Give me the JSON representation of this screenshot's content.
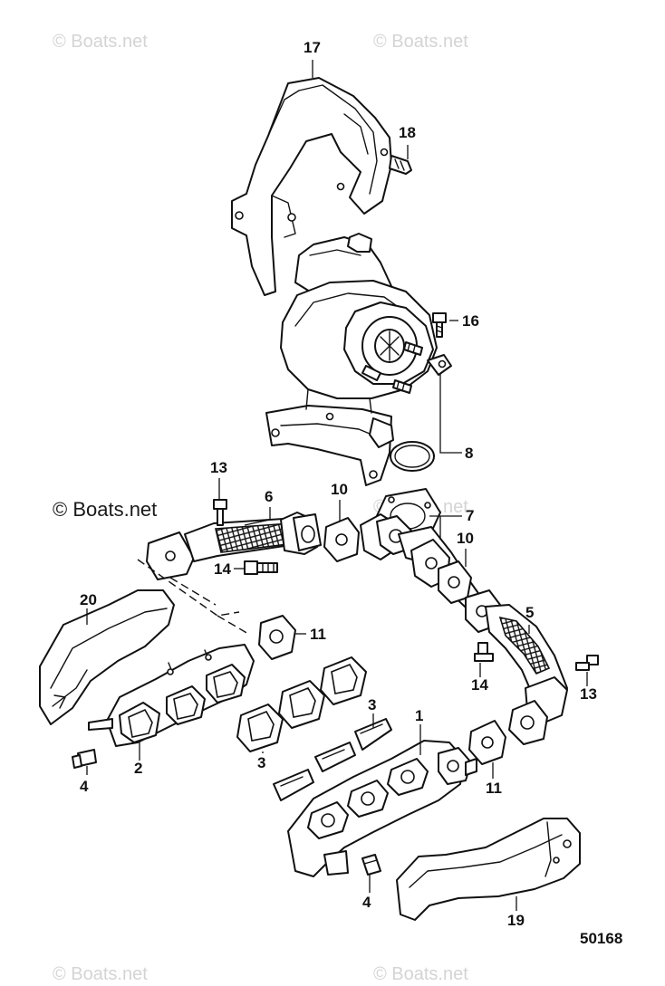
{
  "watermarks": {
    "top_left": "© Boats.net",
    "top_right": "© Boats.net",
    "middle_right": "© Boats.net",
    "bottom_left": "© Boats.net",
    "bottom_right": "© Boats.net",
    "middle_left": "© Boats.net"
  },
  "figure_number": "50168",
  "callouts": {
    "c1": "1",
    "c2": "2",
    "c3a": "3",
    "c3b": "3",
    "c4a": "4",
    "c4b": "4",
    "c5": "5",
    "c6": "6",
    "c7": "7",
    "c8": "8",
    "c10a": "10",
    "c10b": "10",
    "c11a": "11",
    "c11b": "11",
    "c13a": "13",
    "c13b": "13",
    "c14a": "14",
    "c14b": "14",
    "c16": "16",
    "c17": "17",
    "c18": "18",
    "c19": "19",
    "c20": "20"
  }
}
